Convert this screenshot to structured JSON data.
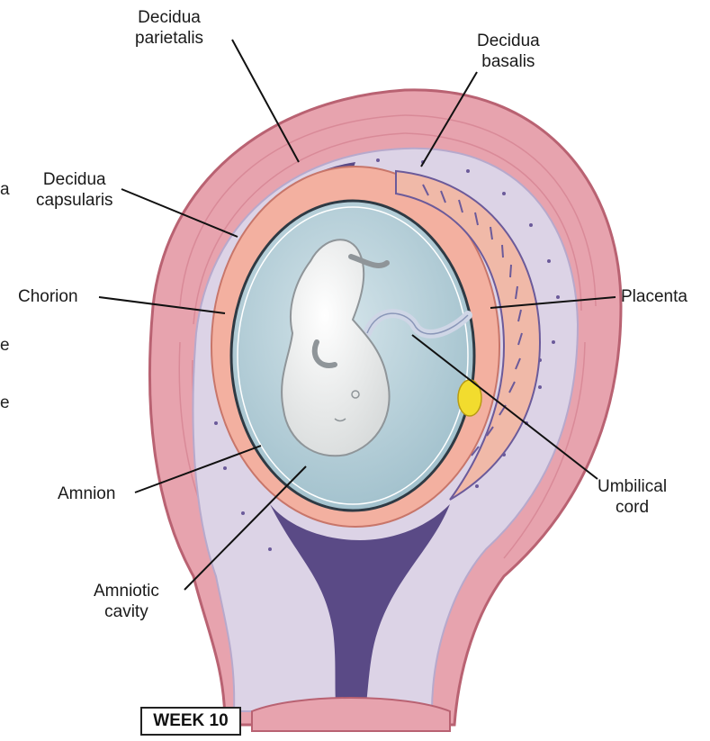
{
  "labels": {
    "decidua_parietalis": [
      "Decidua",
      "parietalis"
    ],
    "decidua_basalis": [
      "Decidua",
      "basalis"
    ],
    "decidua_capsularis": [
      "Decidua",
      "capsularis"
    ],
    "chorion": "Chorion",
    "placenta": "Placenta",
    "amnion": "Amnion",
    "umbilical_cord": [
      "Umbilical",
      "cord"
    ],
    "amniotic_cavity": [
      "Amniotic",
      "cavity"
    ]
  },
  "stage_badge": "WEEK 10",
  "edge_fragments": [
    "a",
    "e",
    "e"
  ],
  "colors": {
    "uterine_wall": "#e7a3ae",
    "uterine_wall_dark": "#c86f80",
    "decidua": "#dcd3e6",
    "decidua_dark": "#5a4a86",
    "chorion_layer": "#f3b0a0",
    "amniotic_fluid": "#b8d0da",
    "embryo": "#f2f2f0",
    "yolk_sac": "#f2dc2e"
  }
}
